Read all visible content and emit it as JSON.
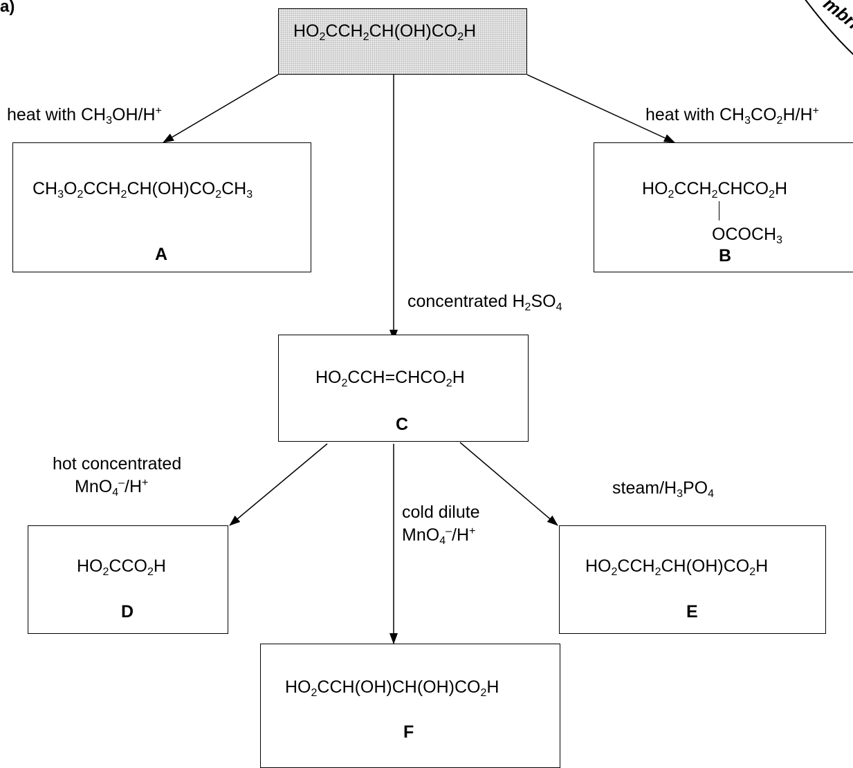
{
  "question_label": "a)",
  "stamp_text": "mbrid",
  "start": {
    "formula": [
      {
        "t": "HO"
      },
      {
        "sub": "2"
      },
      {
        "t": "CCH"
      },
      {
        "sub": "2"
      },
      {
        "t": "CH(OH)CO"
      },
      {
        "sub": "2"
      },
      {
        "t": "H"
      }
    ]
  },
  "products": {
    "A": {
      "letter": "A",
      "formula": [
        {
          "t": "CH"
        },
        {
          "sub": "3"
        },
        {
          "t": "O"
        },
        {
          "sub": "2"
        },
        {
          "t": "CCH"
        },
        {
          "sub": "2"
        },
        {
          "t": "CH(OH)CO"
        },
        {
          "sub": "2"
        },
        {
          "t": "CH"
        },
        {
          "sub": "3"
        }
      ]
    },
    "B": {
      "letter": "B",
      "formula": [
        {
          "t": "HO"
        },
        {
          "sub": "2"
        },
        {
          "t": "CCH"
        },
        {
          "sub": "2"
        },
        {
          "t": "CHCO"
        },
        {
          "sub": "2"
        },
        {
          "t": "H"
        }
      ],
      "branch": [
        {
          "t": "OCOCH"
        },
        {
          "sub": "3"
        }
      ]
    },
    "C": {
      "letter": "C",
      "formula": [
        {
          "t": "HO"
        },
        {
          "sub": "2"
        },
        {
          "t": "CCH=CHCO"
        },
        {
          "sub": "2"
        },
        {
          "t": "H"
        }
      ]
    },
    "D": {
      "letter": "D",
      "formula": [
        {
          "t": "HO"
        },
        {
          "sub": "2"
        },
        {
          "t": "CCO"
        },
        {
          "sub": "2"
        },
        {
          "t": "H"
        }
      ]
    },
    "E": {
      "letter": "E",
      "formula": [
        {
          "t": "HO"
        },
        {
          "sub": "2"
        },
        {
          "t": "CCH"
        },
        {
          "sub": "2"
        },
        {
          "t": "CH(OH)CO"
        },
        {
          "sub": "2"
        },
        {
          "t": "H"
        }
      ]
    },
    "F": {
      "letter": "F",
      "formula": [
        {
          "t": "HO"
        },
        {
          "sub": "2"
        },
        {
          "t": "CCH(OH)CH(OH)CO"
        },
        {
          "sub": "2"
        },
        {
          "t": "H"
        }
      ]
    }
  },
  "conditions": {
    "to_A": [
      {
        "t": "heat with CH"
      },
      {
        "sub": "3"
      },
      {
        "t": "OH/H"
      },
      {
        "sup": "+"
      }
    ],
    "to_B": [
      {
        "t": "heat with CH"
      },
      {
        "sub": "3"
      },
      {
        "t": "CO"
      },
      {
        "sub": "2"
      },
      {
        "t": "H/H"
      },
      {
        "sup": "+"
      }
    ],
    "to_C": [
      {
        "t": "concentrated H"
      },
      {
        "sub": "2"
      },
      {
        "t": "SO"
      },
      {
        "sub": "4"
      }
    ],
    "to_D_line1": [
      {
        "t": "hot concentrated"
      }
    ],
    "to_D_line2": [
      {
        "t": "MnO"
      },
      {
        "sub": "4"
      },
      {
        "sup": "–"
      },
      {
        "t": "/H"
      },
      {
        "sup": "+"
      }
    ],
    "to_F_line1": [
      {
        "t": "cold dilute"
      }
    ],
    "to_F_line2": [
      {
        "t": "MnO"
      },
      {
        "sub": "4"
      },
      {
        "sup": "–"
      },
      {
        "t": "/H"
      },
      {
        "sup": "+"
      }
    ],
    "to_E": [
      {
        "t": "steam/H"
      },
      {
        "sub": "3"
      },
      {
        "t": "PO"
      },
      {
        "sub": "4"
      }
    ]
  }
}
